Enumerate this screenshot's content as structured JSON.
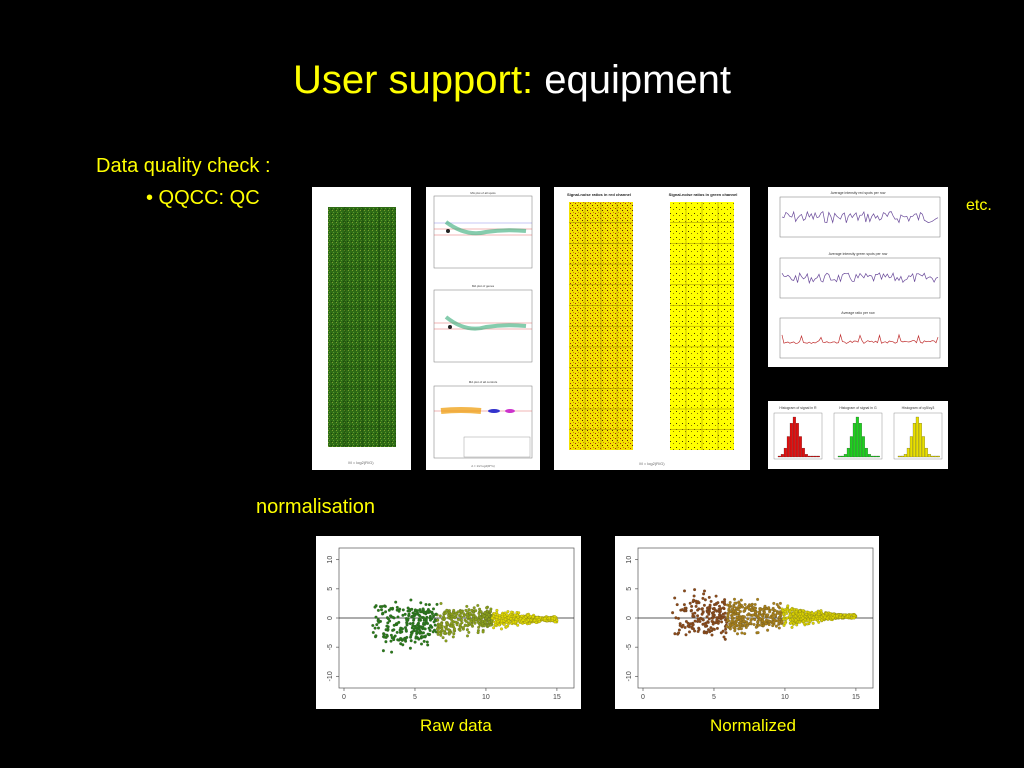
{
  "slide": {
    "title_part1": "User support:",
    "title_part2": "equipment",
    "qc_heading": "Data quality check :",
    "qc_bullet": "• QQCC: QC",
    "etc": "etc.",
    "norm_heading": "normalisation",
    "raw_label": "Raw data",
    "normalized_label": "Normalized"
  },
  "colors": {
    "background": "#000000",
    "accent_yellow": "#ffff00",
    "text_white": "#ffffff"
  },
  "ma_plots": {
    "y_ticks": [
      "10",
      "5",
      "0",
      "-5",
      "-10"
    ],
    "x_ticks": [
      "0",
      "5",
      "10",
      "15"
    ]
  }
}
